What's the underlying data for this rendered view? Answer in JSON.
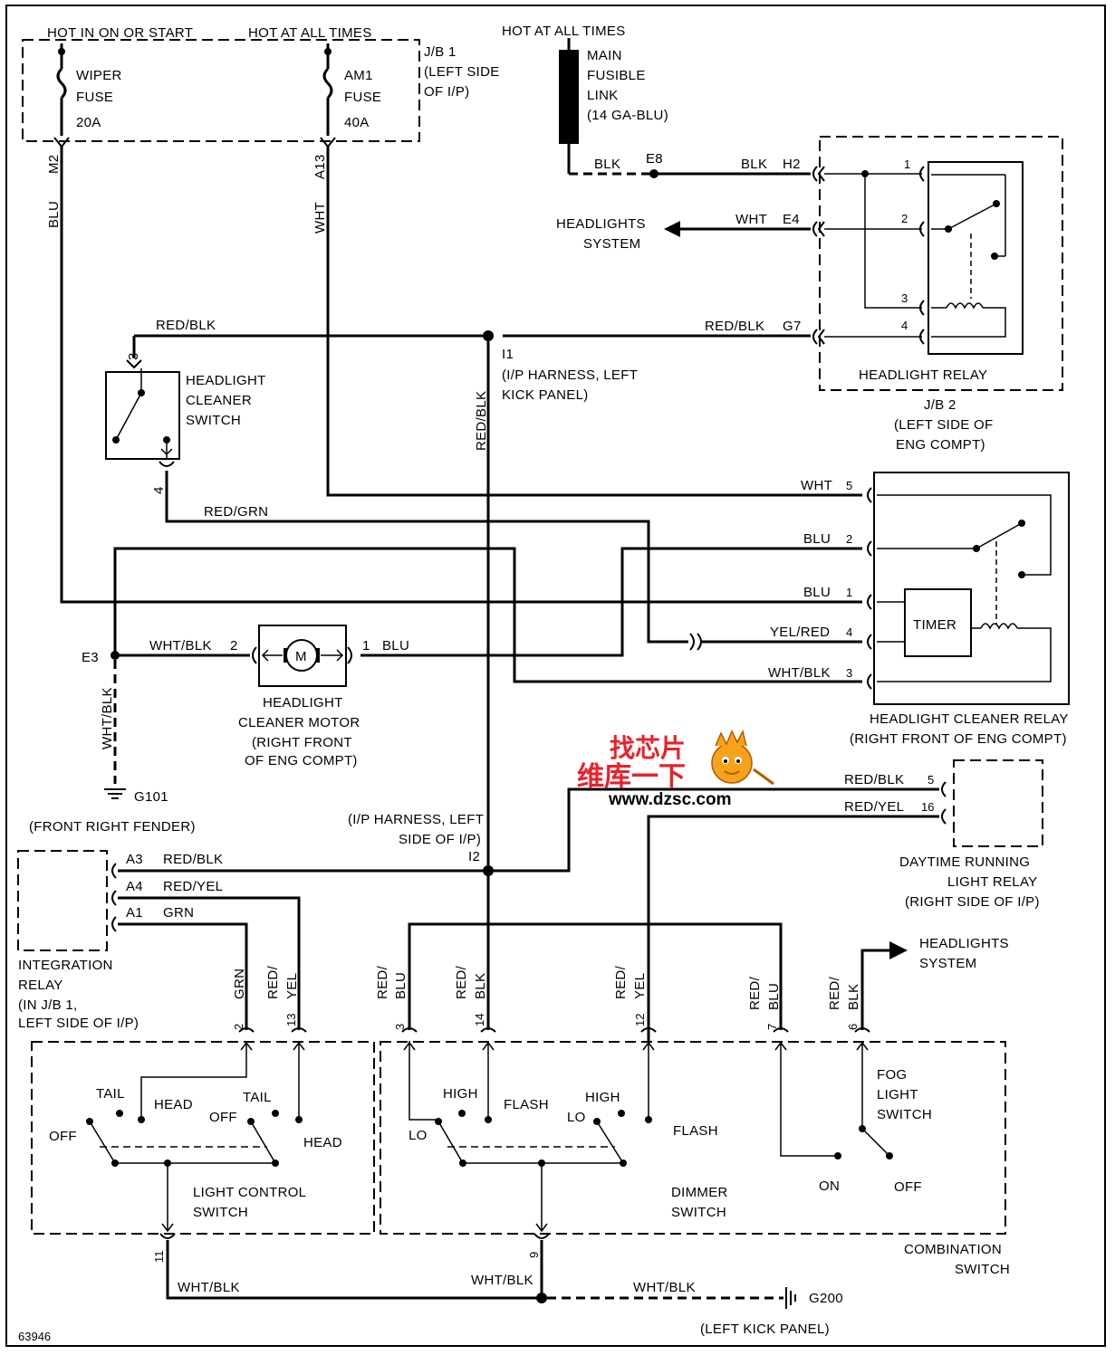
{
  "diagram": {
    "figure_number": "63946",
    "top_labels": {
      "hot_in_on_start": "HOT IN ON OR START",
      "hot_at_all_times_1": "HOT AT ALL TIMES",
      "hot_at_all_times_2": "HOT AT ALL TIMES"
    },
    "jb1": {
      "l1": "J/B 1",
      "l2": "(LEFT SIDE",
      "l3": "OF I/P)"
    },
    "wiper_fuse": {
      "l1": "WIPER",
      "l2": "FUSE",
      "l3": "20A"
    },
    "am1_fuse": {
      "l1": "AM1",
      "l2": "FUSE",
      "l3": "40A"
    },
    "main_link": {
      "l1": "MAIN",
      "l2": "FUSIBLE",
      "l3": "LINK",
      "l4": "(14 GA-BLU)"
    },
    "connectors": {
      "m2": "M2",
      "a13": "A13",
      "e8": "E8",
      "h2": "H2",
      "e4": "E4",
      "g7": "G7",
      "i1": "I1",
      "i2": "I2",
      "e3": "E3",
      "g101": "G101",
      "g200": "G200",
      "a3": "A3",
      "a4": "A4",
      "a1": "A1"
    },
    "wires": {
      "blu": "BLU",
      "wht": "WHT",
      "blk": "BLK",
      "red_blk": "RED/BLK",
      "red_grn": "RED/GRN",
      "yel_red": "YEL/RED",
      "wht_blk": "WHT/BLK",
      "red_yel": "RED/YEL",
      "grn": "GRN",
      "red_": "RED/",
      "yel": "YEL",
      "red_blu_blu": "BLU",
      "blk2": "BLK"
    },
    "pins": {
      "p1": "1",
      "p2": "2",
      "p3": "3",
      "p4": "4",
      "p5": "5",
      "p6": "6",
      "p7": "7",
      "p9": "9",
      "p11": "11",
      "p12": "12",
      "p13": "13",
      "p14": "14",
      "p16": "16"
    },
    "headlights_system": {
      "l1": "HEADLIGHTS",
      "l2": "SYSTEM"
    },
    "headlight_relay": "HEADLIGHT RELAY",
    "jb2": {
      "l1": "J/B 2",
      "l2": "(LEFT SIDE OF",
      "l3": "ENG COMPT)"
    },
    "i1_location": {
      "l1": "(I/P HARNESS, LEFT",
      "l2": "KICK PANEL)"
    },
    "i2_location": {
      "l1": "(I/P HARNESS, LEFT",
      "l2": "SIDE OF I/P)"
    },
    "hl_cleaner_switch": {
      "l1": "HEADLIGHT",
      "l2": "CLEANER",
      "l3": "SWITCH"
    },
    "timer": "TIMER",
    "hl_cleaner_relay": {
      "l1": "HEADLIGHT CLEANER RELAY",
      "l2": "(RIGHT FRONT OF ENG COMPT)"
    },
    "motor_symbol": "M",
    "hl_cleaner_motor": {
      "l1": "HEADLIGHT",
      "l2": "CLEANER MOTOR",
      "l3": "(RIGHT FRONT",
      "l4": "OF ENG COMPT)"
    },
    "front_right_fender": "(FRONT RIGHT FENDER)",
    "drl_relay": {
      "l1": "DAYTIME RUNNING",
      "l2": "LIGHT RELAY",
      "l3": "(RIGHT SIDE OF I/P)"
    },
    "integration_relay": {
      "l1": "INTEGRATION",
      "l2": "RELAY",
      "l3": "(IN J/B 1,",
      "l4": "LEFT SIDE OF I/P)"
    },
    "light_control_switch": {
      "l1": "LIGHT CONTROL",
      "l2": "SWITCH",
      "off": "OFF",
      "tail": "TAIL",
      "head": "HEAD"
    },
    "dimmer_switch": {
      "l1": "DIMMER",
      "l2": "SWITCH",
      "lo": "LO",
      "high": "HIGH",
      "flash": "FLASH"
    },
    "fog_light_switch": {
      "l1": "FOG",
      "l2": "LIGHT",
      "l3": "SWITCH",
      "on": "ON",
      "off": "OFF"
    },
    "combination_switch": {
      "l1": "COMBINATION",
      "l2": "SWITCH"
    },
    "left_kick_panel": "(LEFT KICK PANEL)",
    "watermark": {
      "cn1": "找芯片",
      "cn2": "维库一下",
      "url": "www.dzsc.com",
      "color": "#e8222b"
    }
  }
}
